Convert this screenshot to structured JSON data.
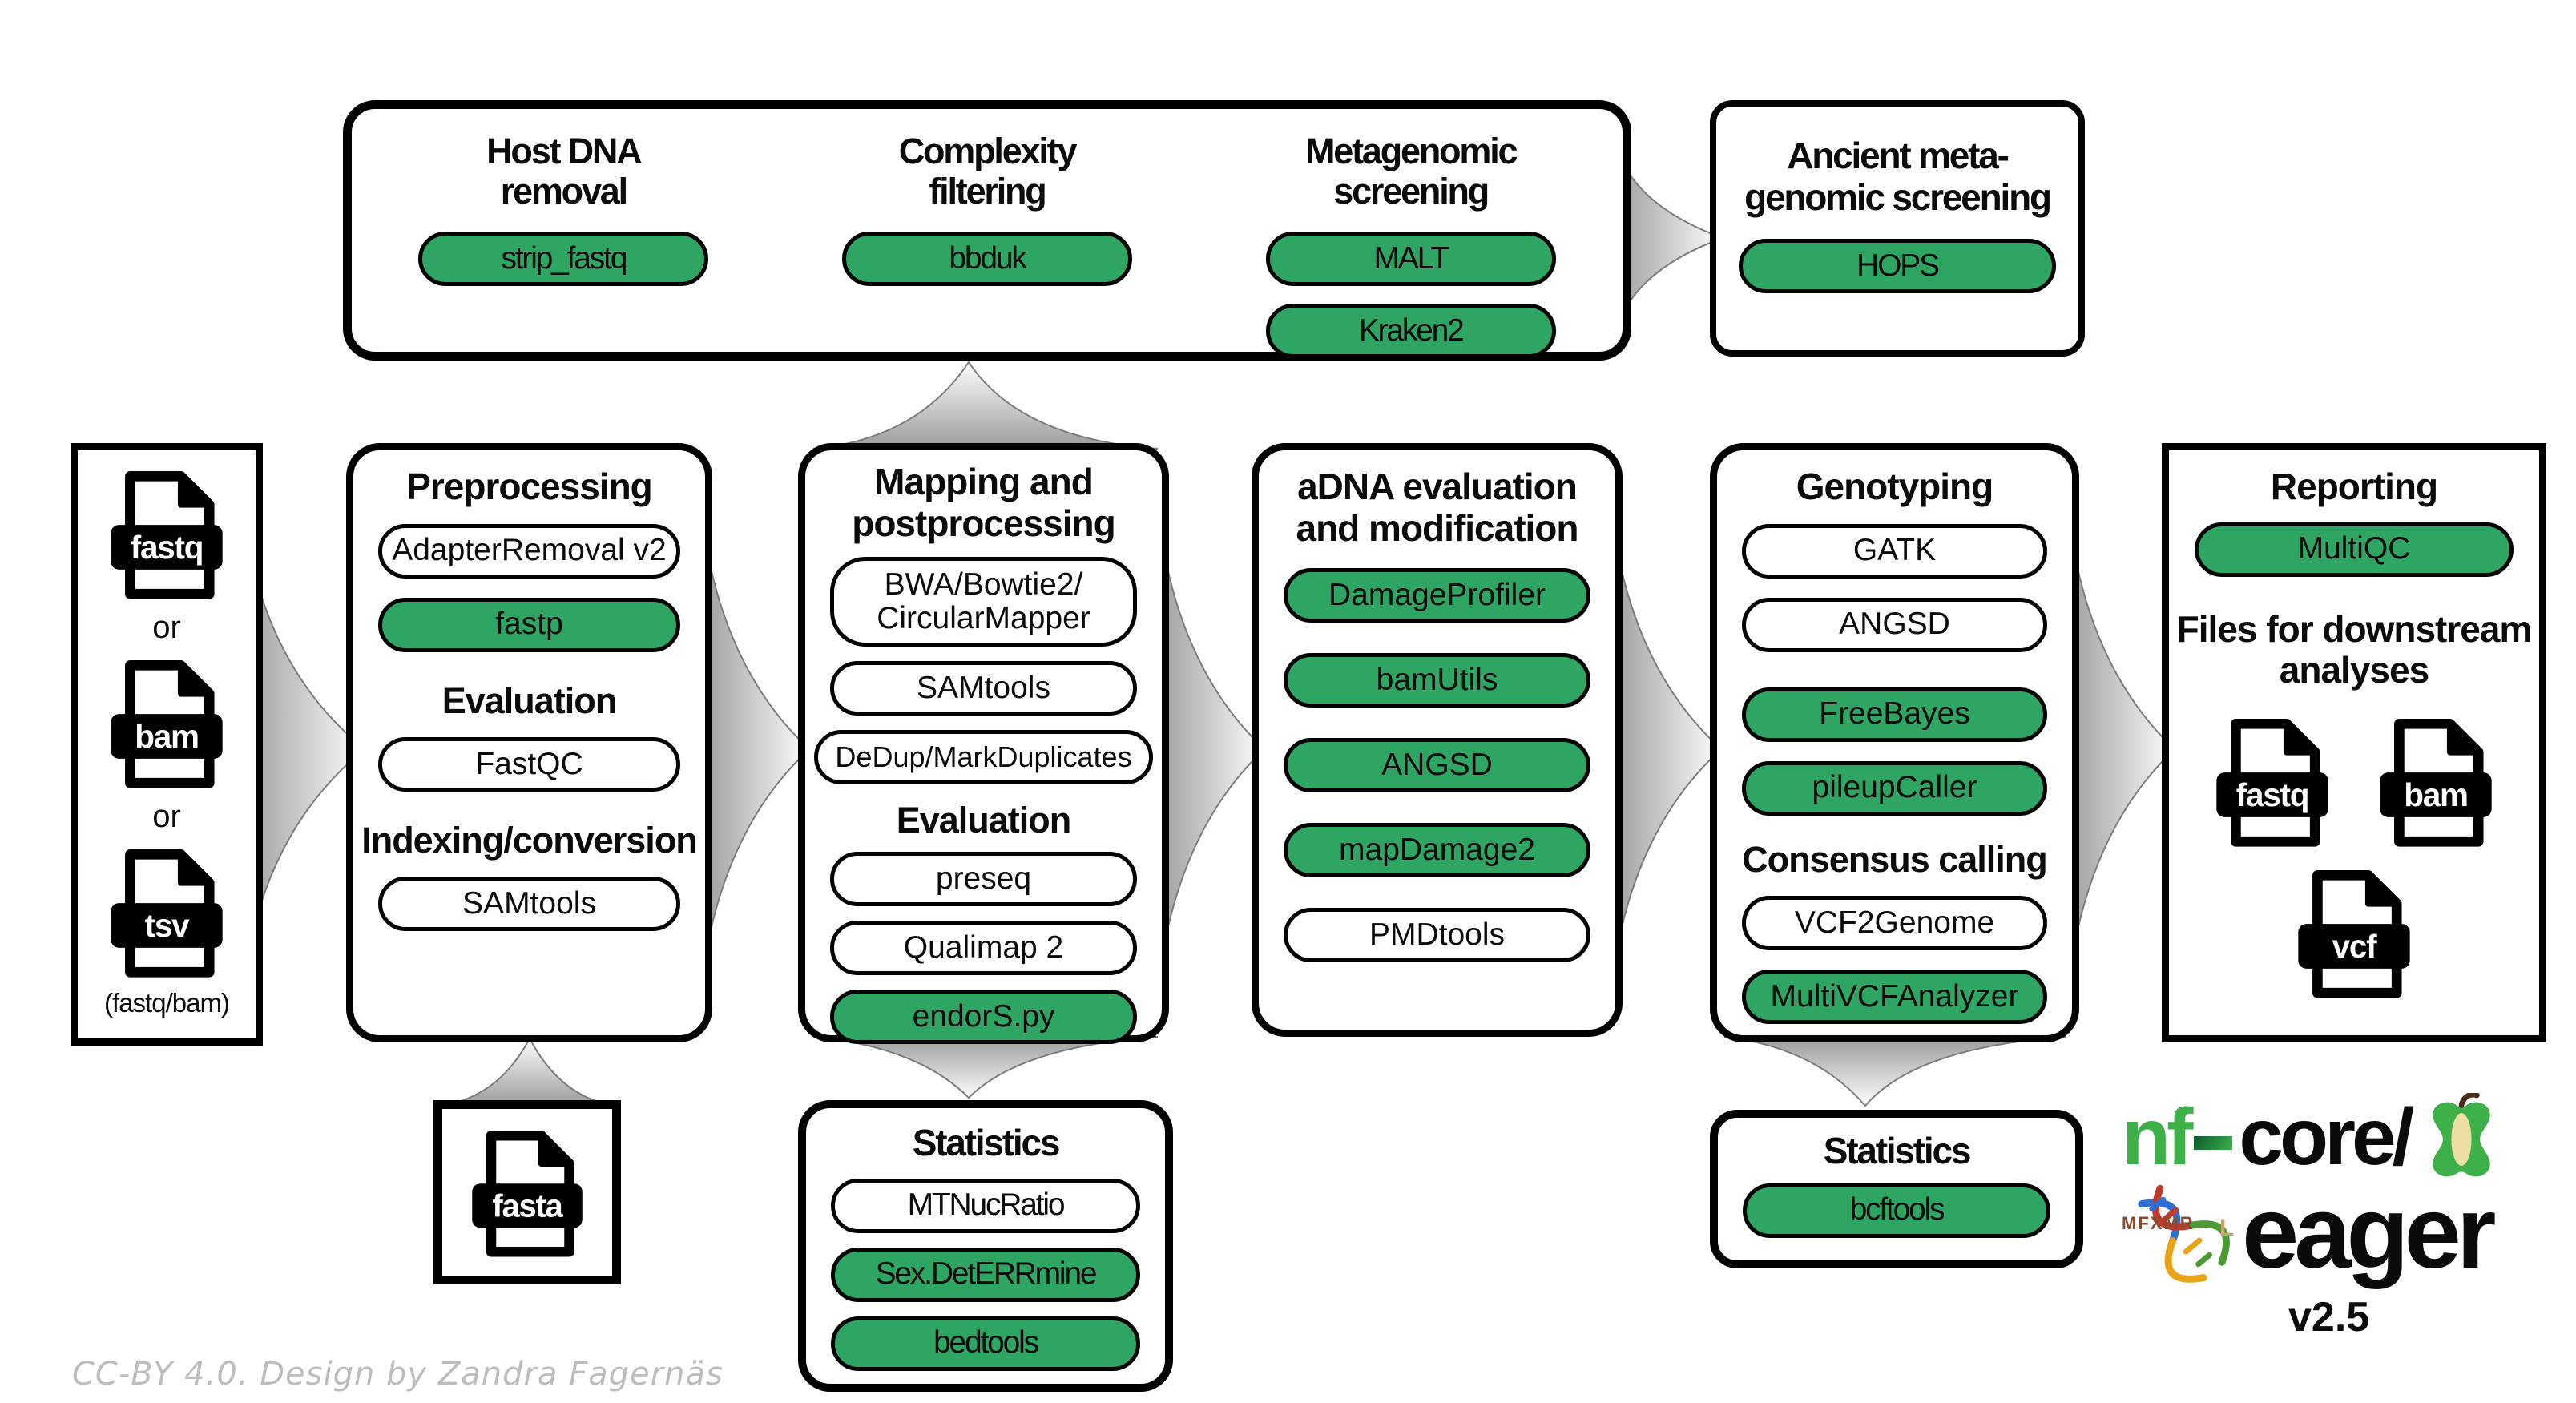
{
  "colors": {
    "pill_green": "#2FA563",
    "logo_green": "#3EB049",
    "arrow_gray": "#9B9B9B",
    "credit_gray": "#BDBDBD"
  },
  "top_box": {
    "groups": [
      {
        "title": "Host DNA\nremoval",
        "pills": [
          "strip_fastq"
        ]
      },
      {
        "title": "Complexity\nfiltering",
        "pills": [
          "bbduk"
        ]
      },
      {
        "title": "Metagenomic\nscreening",
        "pills": [
          "MALT",
          "Kraken2"
        ]
      }
    ]
  },
  "ancient_box": {
    "title": "Ancient meta-\ngenomic screening",
    "pills": [
      "HOPS"
    ]
  },
  "input_box": {
    "files": [
      "fastq",
      "bam",
      "tsv"
    ],
    "separator": "or",
    "caption": "(fastq/bam)"
  },
  "preprocessing_box": {
    "title": "Preprocessing",
    "pills": [
      "AdapterRemoval v2",
      "fastp",
      "FastQC",
      "SAMtools"
    ],
    "subtitle1": "Evaluation",
    "subtitle2": "Indexing/conversion"
  },
  "mapping_box": {
    "title": "Mapping and\npostprocessing",
    "pills": [
      "BWA/Bowtie2/\nCircularMapper",
      "SAMtools",
      "DeDup/MarkDuplicates",
      "preseq",
      "Qualimap 2",
      "endorS.py"
    ],
    "subtitle1": "Evaluation"
  },
  "adna_box": {
    "title": "aDNA evaluation\nand modification",
    "pills": [
      "DamageProfiler",
      "bamUtils",
      "ANGSD",
      "mapDamage2",
      "PMDtools"
    ]
  },
  "genotyping_box": {
    "title": "Genotyping",
    "pills": [
      "GATK",
      "ANGSD",
      "FreeBayes",
      "pileupCaller",
      "VCF2Genome",
      "MultiVCFAnalyzer"
    ],
    "subtitle1": "Consensus calling"
  },
  "reporting_box": {
    "title": "Reporting",
    "pills": [
      "MultiQC"
    ],
    "subtitle1": "Files for downstream\nanalyses",
    "files": [
      "fastq",
      "bam",
      "vcf"
    ]
  },
  "fasta_box": {
    "file": "fasta"
  },
  "stats_mid_box": {
    "title": "Statistics",
    "pills": [
      "MTNucRatio",
      "Sex.DetERRmine",
      "bedtools"
    ]
  },
  "stats_right_box": {
    "title": "Statistics",
    "pills": [
      "bcftools"
    ]
  },
  "logo": {
    "brand_green": "nf",
    "brand_black": "core/",
    "pipeline": "eager",
    "version": "v2.5",
    "runes": "MFXMR"
  },
  "credit": {
    "text": "CC-BY 4.0. Design by Zandra Fagernäs"
  }
}
